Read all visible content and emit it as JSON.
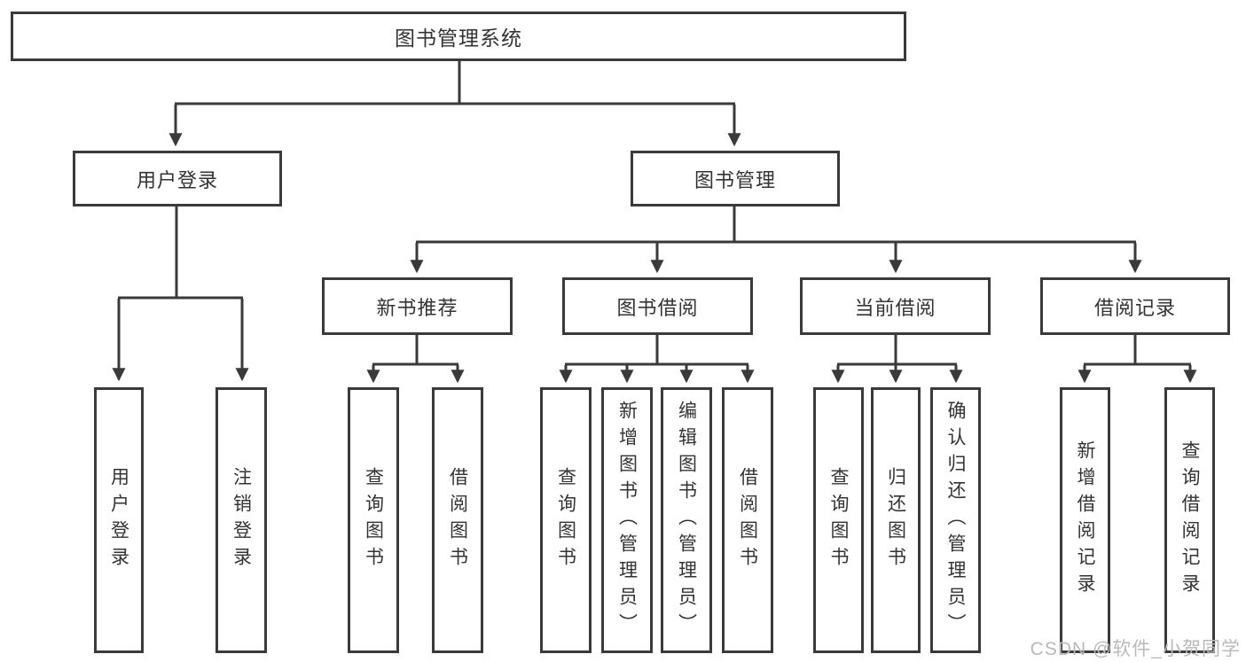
{
  "diagram": {
    "root": {
      "label": "图书管理系统"
    },
    "branches": [
      {
        "label": "用户登录",
        "children": [
          {
            "label": "用户登录"
          },
          {
            "label": "注销登录"
          }
        ]
      },
      {
        "label": "图书管理",
        "children": [
          {
            "label": "新书推荐",
            "children": [
              {
                "label": "查询图书"
              },
              {
                "label": "借阅图书"
              }
            ]
          },
          {
            "label": "图书借阅",
            "children": [
              {
                "label": "查询图书"
              },
              {
                "label": "新增图书（管理员）"
              },
              {
                "label": "编辑图书（管理员）"
              },
              {
                "label": "借阅图书"
              }
            ]
          },
          {
            "label": "当前借阅",
            "children": [
              {
                "label": "查询图书"
              },
              {
                "label": "归还图书"
              },
              {
                "label": "确认归还（管理员）"
              }
            ]
          },
          {
            "label": "借阅记录",
            "children": [
              {
                "label": "新增借阅记录"
              },
              {
                "label": "查询借阅记录"
              }
            ]
          }
        ]
      }
    ],
    "watermark": "CSDN @软件_小贺同学",
    "colors": {
      "line": "#3a3a3a",
      "text": "#333333",
      "watermark": "#b9b9b9",
      "background": "#ffffff"
    }
  }
}
